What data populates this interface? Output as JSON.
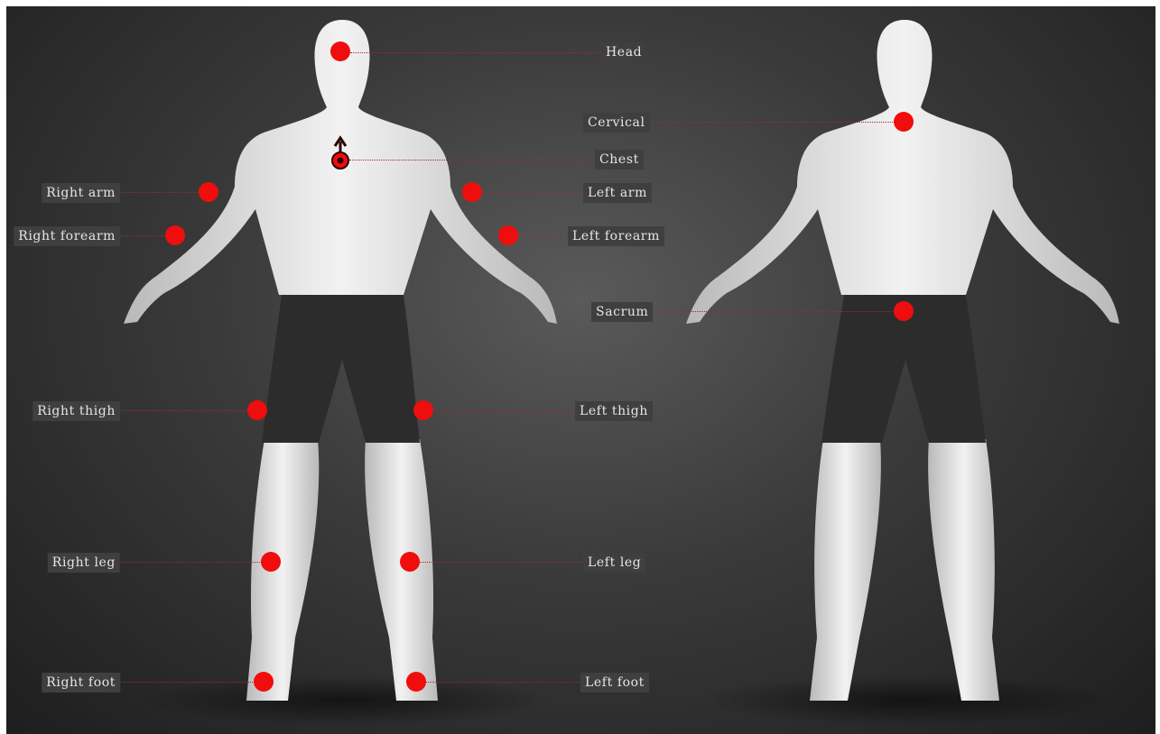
{
  "markers": {
    "head": "Head",
    "cervical": "Cervical",
    "chest": "Chest",
    "right_arm": "Right arm",
    "left_arm": "Left arm",
    "right_forearm": "Right forearm",
    "left_forearm": "Left forearm",
    "sacrum": "Sacrum",
    "right_thigh": "Right thigh",
    "left_thigh": "Left thigh",
    "right_leg": "Right leg",
    "left_leg": "Left leg",
    "right_foot": "Right foot",
    "left_foot": "Left foot"
  },
  "colors": {
    "marker": "#f00d0d",
    "leader": "#9b2c2c",
    "label_bg": "#3f3f3f"
  }
}
